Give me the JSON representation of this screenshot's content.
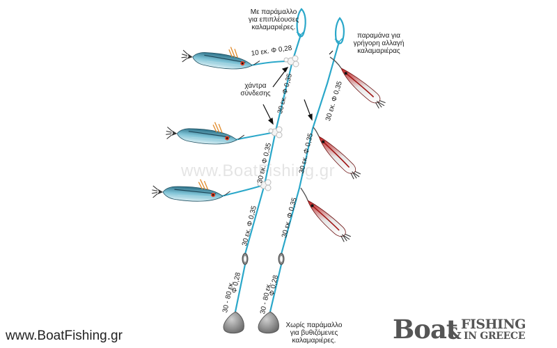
{
  "labels": {
    "top_loop_note": [
      "Με παράμαλλο",
      "για επιπλέουσες",
      "καλαμαριέρες."
    ],
    "snap_note": [
      "παραμάνα για",
      "γρήγορη αλλαγή",
      "καλαμαριέρας"
    ],
    "bead_note": [
      "χάντρα",
      "σύνδεσης"
    ],
    "bottom_note": [
      "Χωρίς παράμαλλο",
      "για βυθιζόμενες",
      "καλαμαριέρες."
    ]
  },
  "line_labels": {
    "branch_top": "10 εκ.   Φ 0,28",
    "seg_30_035": "30 εκ.   Φ 0,35",
    "sinker_len": "30 - 80 εκ.",
    "sinker_dia": "Φ 0,28"
  },
  "watermark": "www.BoatFishing.gr",
  "footer_site": "www.BoatFishing.gr",
  "logo": {
    "main": "Boat",
    "amp": "&",
    "fishing": "FISHING",
    "ingreece": "IN GREECE"
  },
  "colors": {
    "line": "#2aa7c9",
    "sinker": "#8c8c8c",
    "text": "#1a1a1a",
    "jig_red": "#d42020",
    "jig_blue": "#3f8fa8"
  }
}
